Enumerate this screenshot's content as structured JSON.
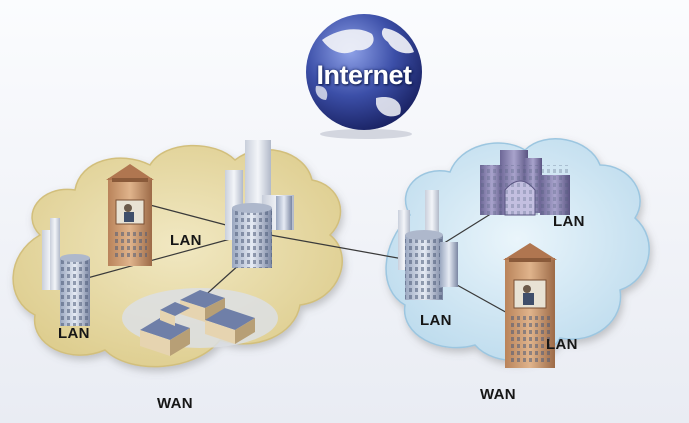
{
  "globe": {
    "label": "Internet"
  },
  "networks": [
    {
      "id": "left",
      "wan_label": "WAN",
      "lan_labels": [
        "LAN",
        "LAN"
      ]
    },
    {
      "id": "right",
      "wan_label": "WAN",
      "lan_labels": [
        "LAN",
        "LAN",
        "LAN"
      ]
    }
  ],
  "colors": {
    "left_cloud": "#e6d9a6",
    "right_cloud": "#cfe6f4",
    "globe": "#3c4fa8",
    "link": "#3a3a3a"
  }
}
